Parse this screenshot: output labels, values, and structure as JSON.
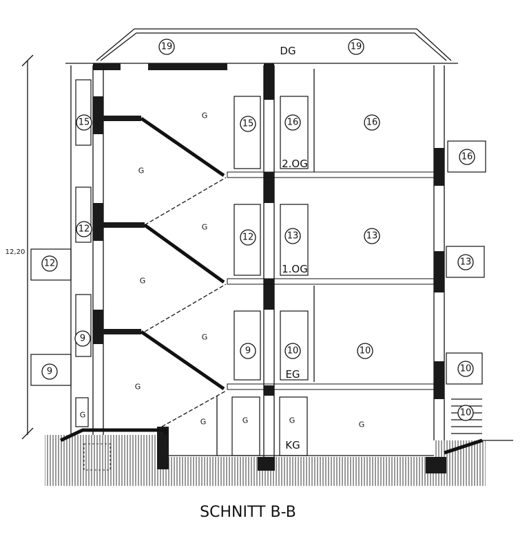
{
  "title": "SCHNITT B-B",
  "dimension": "12,20",
  "floors": {
    "dg": "DG",
    "og2": "2.OG",
    "og1": "1.OG",
    "eg": "EG",
    "kg": "KG"
  },
  "room_numbers": [
    "19",
    "19",
    "15",
    "15",
    "16",
    "16",
    "16",
    "12",
    "12",
    "13",
    "13",
    "13",
    "12",
    "9",
    "9",
    "10",
    "10",
    "10",
    "10",
    "9"
  ],
  "g_labels": [
    "G",
    "G",
    "G",
    "G",
    "G",
    "G",
    "G",
    "G",
    "G",
    "G",
    "G"
  ]
}
